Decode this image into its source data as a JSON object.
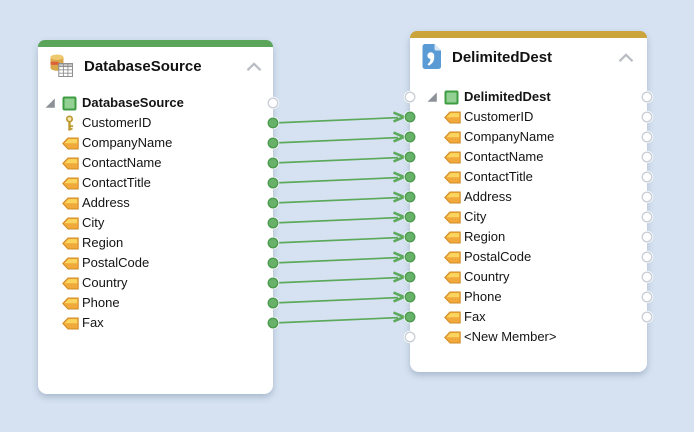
{
  "canvas": {
    "background": "#d6e2f1"
  },
  "source_node": {
    "title": "DatabaseSource",
    "icon": "database-table-icon",
    "accent": "#5aa55a",
    "root": {
      "label": "DatabaseSource",
      "icon": "root-square-icon",
      "port": "empty"
    },
    "fields": [
      {
        "name": "CustomerID",
        "icon": "key-icon",
        "port": "connected"
      },
      {
        "name": "CompanyName",
        "icon": "field-icon",
        "port": "connected"
      },
      {
        "name": "ContactName",
        "icon": "field-icon",
        "port": "connected"
      },
      {
        "name": "ContactTitle",
        "icon": "field-icon",
        "port": "connected"
      },
      {
        "name": "Address",
        "icon": "field-icon",
        "port": "connected"
      },
      {
        "name": "City",
        "icon": "field-icon",
        "port": "connected"
      },
      {
        "name": "Region",
        "icon": "field-icon",
        "port": "connected"
      },
      {
        "name": "PostalCode",
        "icon": "field-icon",
        "port": "connected"
      },
      {
        "name": "Country",
        "icon": "field-icon",
        "port": "connected"
      },
      {
        "name": "Phone",
        "icon": "field-icon",
        "port": "connected"
      },
      {
        "name": "Fax",
        "icon": "field-icon",
        "port": "connected"
      }
    ]
  },
  "dest_node": {
    "title": "DelimitedDest",
    "icon": "delimited-file-icon",
    "accent": "#cca43c",
    "root": {
      "label": "DelimitedDest",
      "icon": "root-square-icon",
      "in": "empty",
      "out": "empty"
    },
    "fields": [
      {
        "name": "CustomerID",
        "icon": "field-icon",
        "in": "connected",
        "out": "empty"
      },
      {
        "name": "CompanyName",
        "icon": "field-icon",
        "in": "connected",
        "out": "empty"
      },
      {
        "name": "ContactName",
        "icon": "field-icon",
        "in": "connected",
        "out": "empty"
      },
      {
        "name": "ContactTitle",
        "icon": "field-icon",
        "in": "connected",
        "out": "empty"
      },
      {
        "name": "Address",
        "icon": "field-icon",
        "in": "connected",
        "out": "empty"
      },
      {
        "name": "City",
        "icon": "field-icon",
        "in": "connected",
        "out": "empty"
      },
      {
        "name": "Region",
        "icon": "field-icon",
        "in": "connected",
        "out": "empty"
      },
      {
        "name": "PostalCode",
        "icon": "field-icon",
        "in": "connected",
        "out": "empty"
      },
      {
        "name": "Country",
        "icon": "field-icon",
        "in": "connected",
        "out": "empty"
      },
      {
        "name": "Phone",
        "icon": "field-icon",
        "in": "connected",
        "out": "empty"
      },
      {
        "name": "Fax",
        "icon": "field-icon",
        "in": "connected",
        "out": "empty"
      },
      {
        "name": "<New Member>",
        "icon": "field-icon",
        "in": "empty",
        "out": "none"
      }
    ]
  },
  "connections": [
    {
      "from": "CustomerID",
      "to": "CustomerID"
    },
    {
      "from": "CompanyName",
      "to": "CompanyName"
    },
    {
      "from": "ContactName",
      "to": "ContactName"
    },
    {
      "from": "ContactTitle",
      "to": "ContactTitle"
    },
    {
      "from": "Address",
      "to": "Address"
    },
    {
      "from": "City",
      "to": "City"
    },
    {
      "from": "Region",
      "to": "Region"
    },
    {
      "from": "PostalCode",
      "to": "PostalCode"
    },
    {
      "from": "Country",
      "to": "Country"
    },
    {
      "from": "Phone",
      "to": "Phone"
    },
    {
      "from": "Fax",
      "to": "Fax"
    }
  ],
  "colors": {
    "connector_green": "#5ca95c",
    "port_fill_green": "#68b168",
    "port_stroke_green": "#4c9a4e",
    "port_stroke_empty": "#c9ced6",
    "tag_fill": "#f2a93b",
    "tag_highlight": "#fbd65e",
    "tag_stroke": "#d08a25",
    "key_gold": "#bd9a30",
    "root_square_fill": "#93d093",
    "root_square_stroke": "#3e9d42",
    "expander_gray": "#8d9298",
    "chevron_gray": "#b9bcc2",
    "node_bg": "#ffffff"
  }
}
